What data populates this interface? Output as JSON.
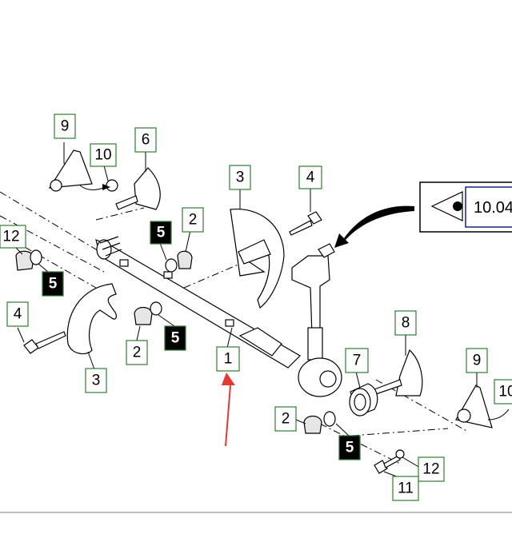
{
  "diagram": {
    "callouts": [
      {
        "id": "c9a",
        "label": "9"
      },
      {
        "id": "c6",
        "label": "6"
      },
      {
        "id": "c10a",
        "label": "10"
      },
      {
        "id": "c3a",
        "label": "3"
      },
      {
        "id": "c4a",
        "label": "4"
      },
      {
        "id": "c5a",
        "label": "5"
      },
      {
        "id": "c2a",
        "label": "2"
      },
      {
        "id": "c12a",
        "label": "12"
      },
      {
        "id": "c5b",
        "label": "5"
      },
      {
        "id": "c4b",
        "label": "4"
      },
      {
        "id": "c3b",
        "label": "3"
      },
      {
        "id": "c2b",
        "label": "2"
      },
      {
        "id": "c5c",
        "label": "5"
      },
      {
        "id": "c1",
        "label": "1"
      },
      {
        "id": "c7",
        "label": "7"
      },
      {
        "id": "c8",
        "label": "8"
      },
      {
        "id": "c9b",
        "label": "9"
      },
      {
        "id": "c10b",
        "label": "10"
      },
      {
        "id": "c2c",
        "label": "2"
      },
      {
        "id": "c5d",
        "label": "5"
      },
      {
        "id": "c12b",
        "label": "12"
      },
      {
        "id": "c11",
        "label": "11"
      }
    ],
    "view_reference": {
      "label": "10.04"
    },
    "colors": {
      "callout_border": "#2e7d32",
      "highlight_arrow": "#e53935",
      "view_border": "#1a237e"
    }
  }
}
